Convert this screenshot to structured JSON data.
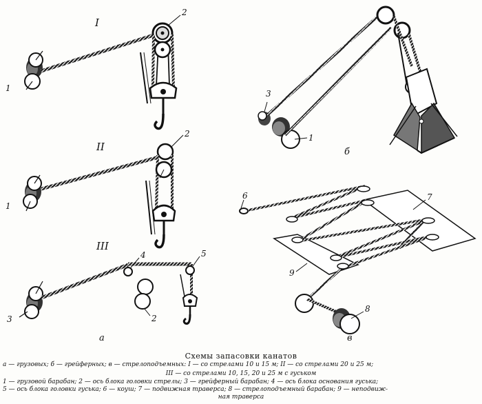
{
  "figure": {
    "labels": {
      "roman_1": "I",
      "roman_2": "II",
      "roman_3": "III",
      "panel_a": "а",
      "panel_b": "б",
      "panel_v": "в",
      "n1": "1",
      "n2": "2",
      "n3": "3",
      "n4": "4",
      "n5": "5",
      "n6": "6",
      "n7": "7",
      "n8": "8",
      "n9": "9"
    }
  },
  "caption": {
    "title": "Схемы запасовки канатов",
    "line1": "а — грузовых; б — грейферных; в — стрелоподъемных: I — со стрелами 10 и 15 м; II — со стрелами 20 и 25 м;",
    "line2": "III — со стрелами 10, 15, 20 и 25 м с гуськом",
    "line3": "1 — грузовой барабан; 2 — ось блока головки стрелы; 3 — грейферный барабан; 4 — ось блока основания гуська;",
    "line4": "5 — ось блока головки гуська; 6 — коуш; 7 — подвижная траверса; 8 — стрелоподъемный барабан; 9 — неподвиж-",
    "line5": "ная траверса"
  }
}
